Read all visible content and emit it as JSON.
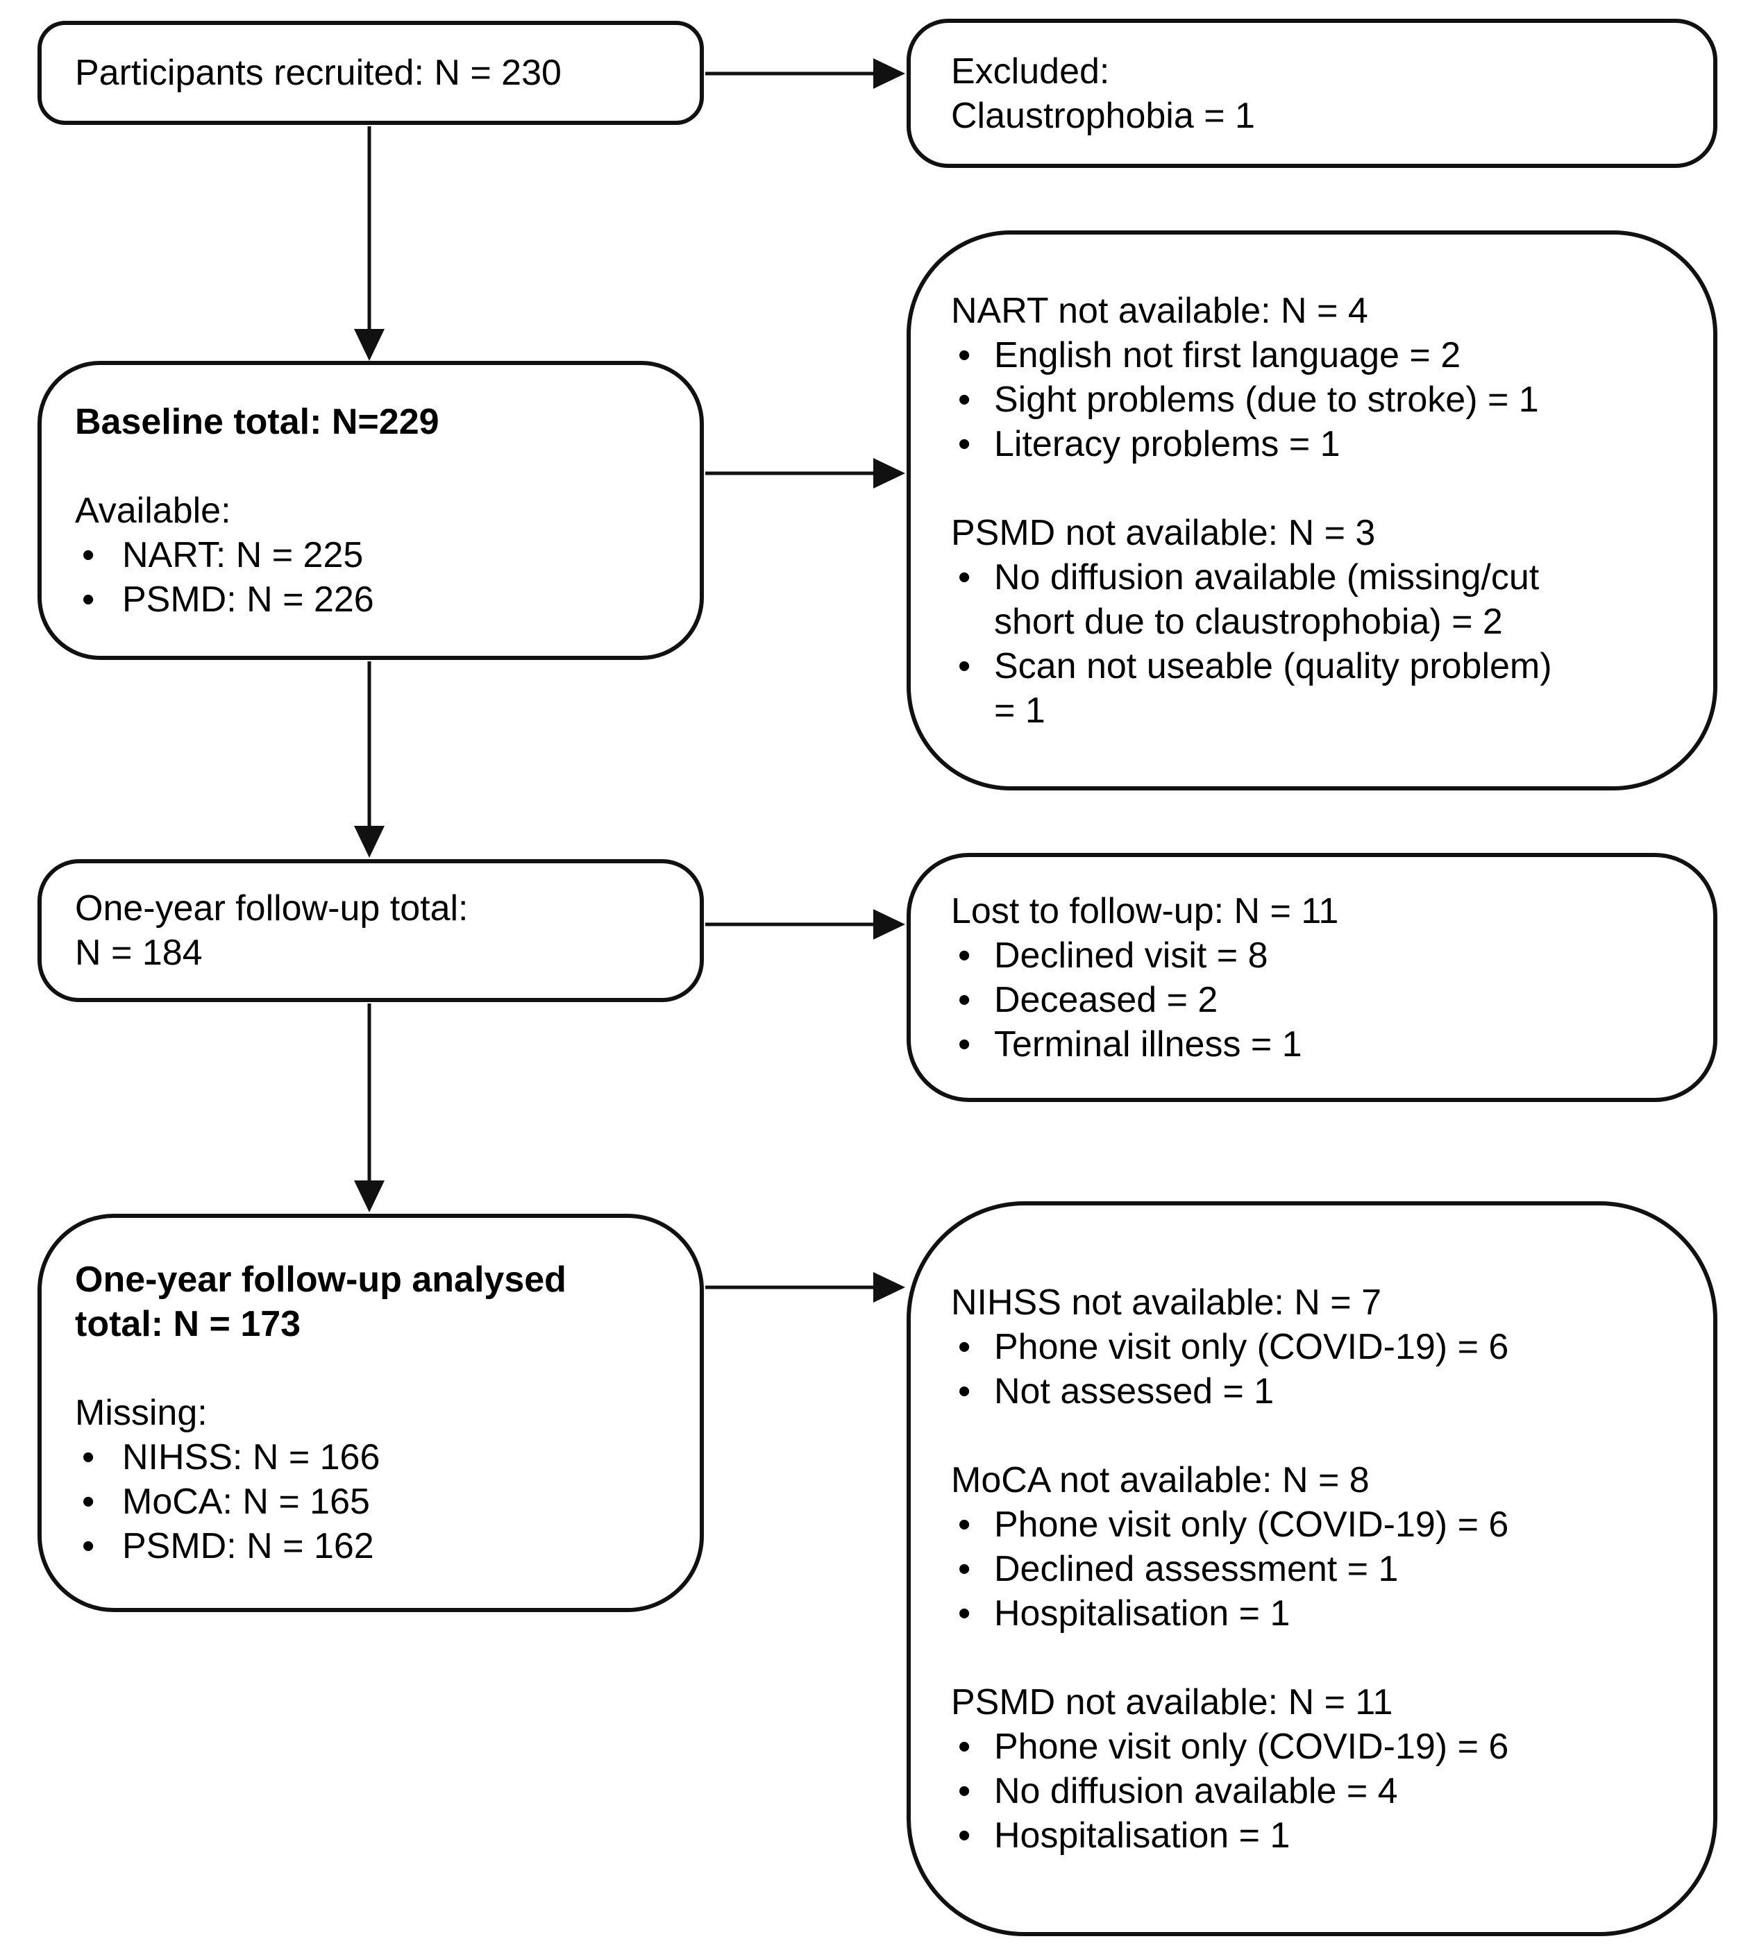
{
  "figure": {
    "type": "participant-flow-diagram",
    "background": "#ffffff"
  },
  "colors": {
    "ink": "#111111",
    "text": "#000000",
    "box_background": "#ffffff"
  },
  "glyphs": {
    "bullet": "•",
    "arrow_right_icon": "filled right-pointing triangle",
    "arrow_down_icon": "filled down-pointing triangle"
  },
  "boxes": {
    "participants": {
      "role": "recruitment total",
      "lines": [
        {
          "kind": "text",
          "text": "Participants recruited: N = 230"
        }
      ]
    },
    "excluded": {
      "role": "exclusions from recruitment",
      "lines": [
        {
          "kind": "text",
          "text": "Excluded:"
        },
        {
          "kind": "text",
          "text": "Claustrophobia = 1"
        }
      ]
    },
    "baseline": {
      "role": "baseline assessment total",
      "lines": [
        {
          "kind": "text",
          "bold": true,
          "text": "Baseline total: N=229"
        },
        {
          "kind": "blank"
        },
        {
          "kind": "text",
          "text": "Available:"
        },
        {
          "kind": "bullet",
          "text": "NART: N = 225"
        },
        {
          "kind": "bullet",
          "text": "PSMD: N = 226"
        }
      ]
    },
    "nart_psmd": {
      "role": "baseline measures not available",
      "lines": [
        {
          "kind": "text",
          "text": "NART not available: N = 4"
        },
        {
          "kind": "bullet",
          "text": "English not first language = 2"
        },
        {
          "kind": "bullet",
          "text": "Sight problems (due to stroke) = 1"
        },
        {
          "kind": "bullet",
          "text": "Literacy problems = 1"
        },
        {
          "kind": "blank"
        },
        {
          "kind": "text",
          "text": "PSMD not available: N = 3"
        },
        {
          "kind": "bullet",
          "text": "No diffusion available (missing/cut"
        },
        {
          "kind": "wrap",
          "text": "short due to claustrophobia) = 2"
        },
        {
          "kind": "bullet",
          "text": "Scan not useable (quality problem)"
        },
        {
          "kind": "wrap",
          "text": "= 1"
        }
      ]
    },
    "followup": {
      "role": "one-year follow-up total",
      "lines": [
        {
          "kind": "text",
          "text": "One-year follow-up total:"
        },
        {
          "kind": "text",
          "text": "N = 184"
        }
      ]
    },
    "lost": {
      "role": "lost to follow-up",
      "lines": [
        {
          "kind": "text",
          "text": "Lost to follow-up: N = 11"
        },
        {
          "kind": "bullet",
          "text": "Declined visit = 8"
        },
        {
          "kind": "bullet",
          "text": "Deceased = 2"
        },
        {
          "kind": "bullet",
          "text": "Terminal illness = 1"
        }
      ]
    },
    "analysed": {
      "role": "one-year follow-up analysed total",
      "lines": [
        {
          "kind": "text",
          "bold": true,
          "text": "One-year follow-up analysed"
        },
        {
          "kind": "text",
          "bold": true,
          "text": "total: N = 173"
        },
        {
          "kind": "blank"
        },
        {
          "kind": "text",
          "text": "Missing:"
        },
        {
          "kind": "bullet",
          "text": "NIHSS: N = 166"
        },
        {
          "kind": "bullet",
          "text": "MoCA: N = 165"
        },
        {
          "kind": "bullet",
          "text": "PSMD: N = 162"
        }
      ]
    },
    "unavailable": {
      "role": "one-year measures not available",
      "lines": [
        {
          "kind": "text",
          "text": "NIHSS not available: N = 7"
        },
        {
          "kind": "bullet",
          "text": "Phone visit only (COVID-19) = 6"
        },
        {
          "kind": "bullet",
          "text": "Not assessed = 1"
        },
        {
          "kind": "blank"
        },
        {
          "kind": "text",
          "text": "MoCA not available: N = 8"
        },
        {
          "kind": "bullet",
          "text": "Phone visit only (COVID-19) = 6"
        },
        {
          "kind": "bullet",
          "text": "Declined assessment = 1"
        },
        {
          "kind": "bullet",
          "text": "Hospitalisation = 1"
        },
        {
          "kind": "blank"
        },
        {
          "kind": "text",
          "text": "PSMD not available: N = 11"
        },
        {
          "kind": "bullet",
          "text": "Phone visit only (COVID-19) = 6"
        },
        {
          "kind": "bullet",
          "text": "No diffusion available = 4"
        },
        {
          "kind": "bullet",
          "text": "Hospitalisation = 1"
        }
      ]
    }
  }
}
